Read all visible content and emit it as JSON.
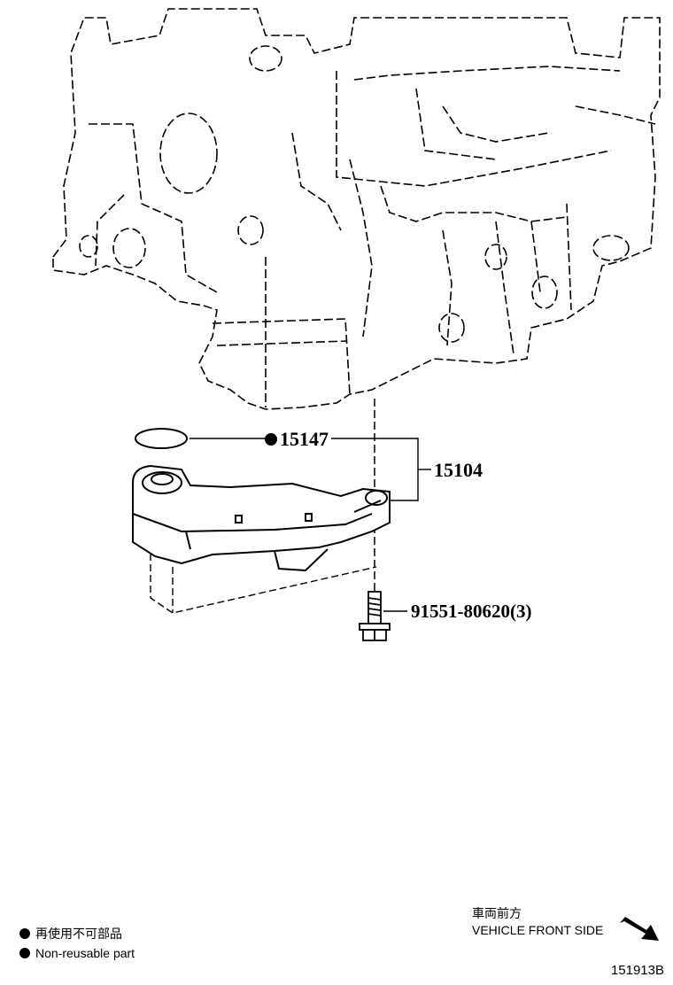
{
  "parts": {
    "o_ring": {
      "number": "15147",
      "non_reusable": true
    },
    "strainer_assembly": {
      "number": "15104"
    },
    "bolt": {
      "number": "91551-80620(3)"
    }
  },
  "legend": {
    "japanese": "再使用不可部品",
    "english": "Non-reusable part"
  },
  "orientation": {
    "japanese": "車両前方",
    "english": "VEHICLE FRONT SIDE"
  },
  "diagram_id": "151913B",
  "colors": {
    "line": "#000000",
    "background": "#ffffff"
  },
  "icons": [
    "non-reusable-dot-icon",
    "front-arrow-icon"
  ]
}
